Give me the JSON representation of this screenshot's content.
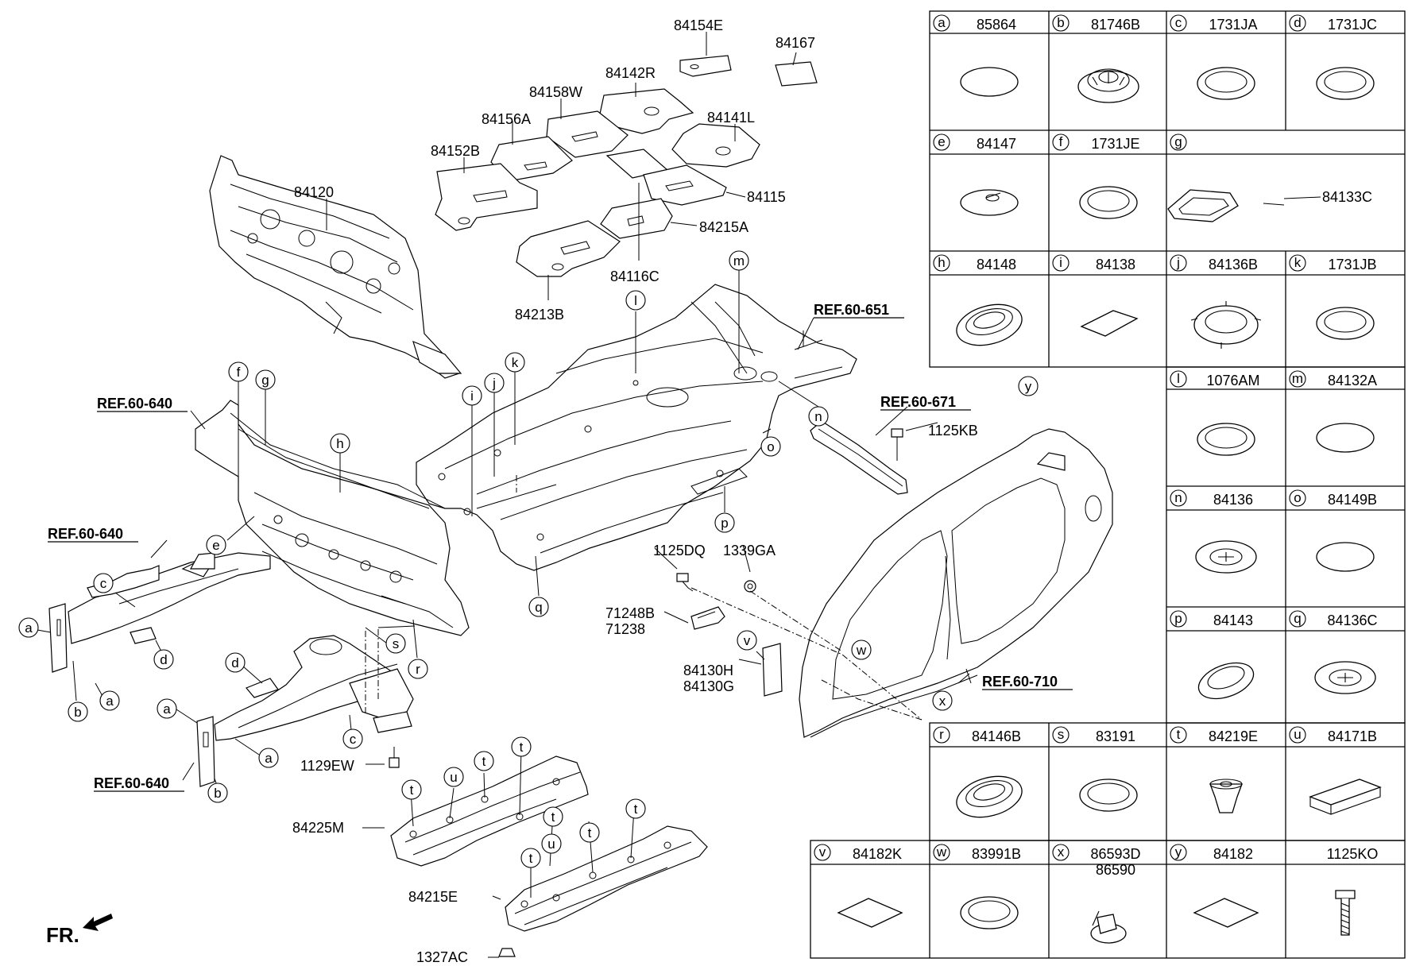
{
  "grid": {
    "cells": [
      {
        "letter": "a",
        "part": "85864",
        "icon": "flat-plug-icon"
      },
      {
        "letter": "b",
        "part": "81746B",
        "icon": "grommet-icon"
      },
      {
        "letter": "c",
        "part": "1731JA",
        "icon": "ring-plug-icon"
      },
      {
        "letter": "d",
        "part": "1731JC",
        "icon": "ring-plug-icon"
      },
      {
        "letter": "e",
        "part": "84147",
        "icon": "pad-disc-icon"
      },
      {
        "letter": "f",
        "part": "1731JE",
        "icon": "ring-plug-icon"
      },
      {
        "letter": "g",
        "part": "",
        "icon": "tray-plug-icon",
        "callout": "84133C"
      },
      {
        "letter": "h",
        "part": "84148",
        "icon": "oval-grommet-icon"
      },
      {
        "letter": "i",
        "part": "84138",
        "icon": "pad-sheet-icon"
      },
      {
        "letter": "j",
        "part": "84136B",
        "icon": "notched-plug-icon"
      },
      {
        "letter": "k",
        "part": "1731JB",
        "icon": "ring-plug-icon"
      },
      {
        "letter": "l",
        "part": "1076AM",
        "icon": "ring-plug-icon"
      },
      {
        "letter": "m",
        "part": "84132A",
        "icon": "flat-plug-icon"
      },
      {
        "letter": "n",
        "part": "84136",
        "icon": "cross-plug-icon"
      },
      {
        "letter": "o",
        "part": "84149B",
        "icon": "flat-plug-icon"
      },
      {
        "letter": "p",
        "part": "84143",
        "icon": "oval-plug-icon"
      },
      {
        "letter": "q",
        "part": "84136C",
        "icon": "cross-plug-icon"
      },
      {
        "letter": "r",
        "part": "84146B",
        "icon": "oval-grommet-icon"
      },
      {
        "letter": "s",
        "part": "83191",
        "icon": "ring-plug-icon"
      },
      {
        "letter": "t",
        "part": "84219E",
        "icon": "clip-nut-icon"
      },
      {
        "letter": "u",
        "part": "84171B",
        "icon": "foam-block-icon"
      },
      {
        "letter": "v",
        "part": "84182K",
        "icon": "pad-square-icon"
      },
      {
        "letter": "w",
        "part": "83991B",
        "icon": "ring-plug-icon"
      },
      {
        "letter": "x",
        "part": "86593D\n86590",
        "icon": "push-clip-icon"
      },
      {
        "letter": "y",
        "part": "84182",
        "icon": "pad-square-icon"
      },
      {
        "letter": "",
        "part": "1125KO",
        "icon": "bolt-icon"
      }
    ]
  },
  "labels": {
    "p84154E": "84154E",
    "p84167": "84167",
    "p84142R": "84142R",
    "p84158W": "84158W",
    "p84156A": "84156A",
    "p84141L": "84141L",
    "p84152B": "84152B",
    "p84115": "84115",
    "p84215A": "84215A",
    "p84116C": "84116C",
    "p84213B": "84213B",
    "p84120": "84120",
    "p1125KB": "1125KB",
    "p1125DQ": "1125DQ",
    "p1339GA": "1339GA",
    "p71248B": "71248B",
    "p71238": "71238",
    "p84130H": "84130H",
    "p84130G": "84130G",
    "p1129EW": "1129EW",
    "p84225M": "84225M",
    "p84215E": "84215E",
    "p1327AC": "1327AC"
  },
  "refs": {
    "r651": "REF.60-651",
    "r671": "REF.60-671",
    "r710": "REF.60-710",
    "r640a": "REF.60-640",
    "r640b": "REF.60-640",
    "r640c": "REF.60-640"
  },
  "fr": "FR."
}
